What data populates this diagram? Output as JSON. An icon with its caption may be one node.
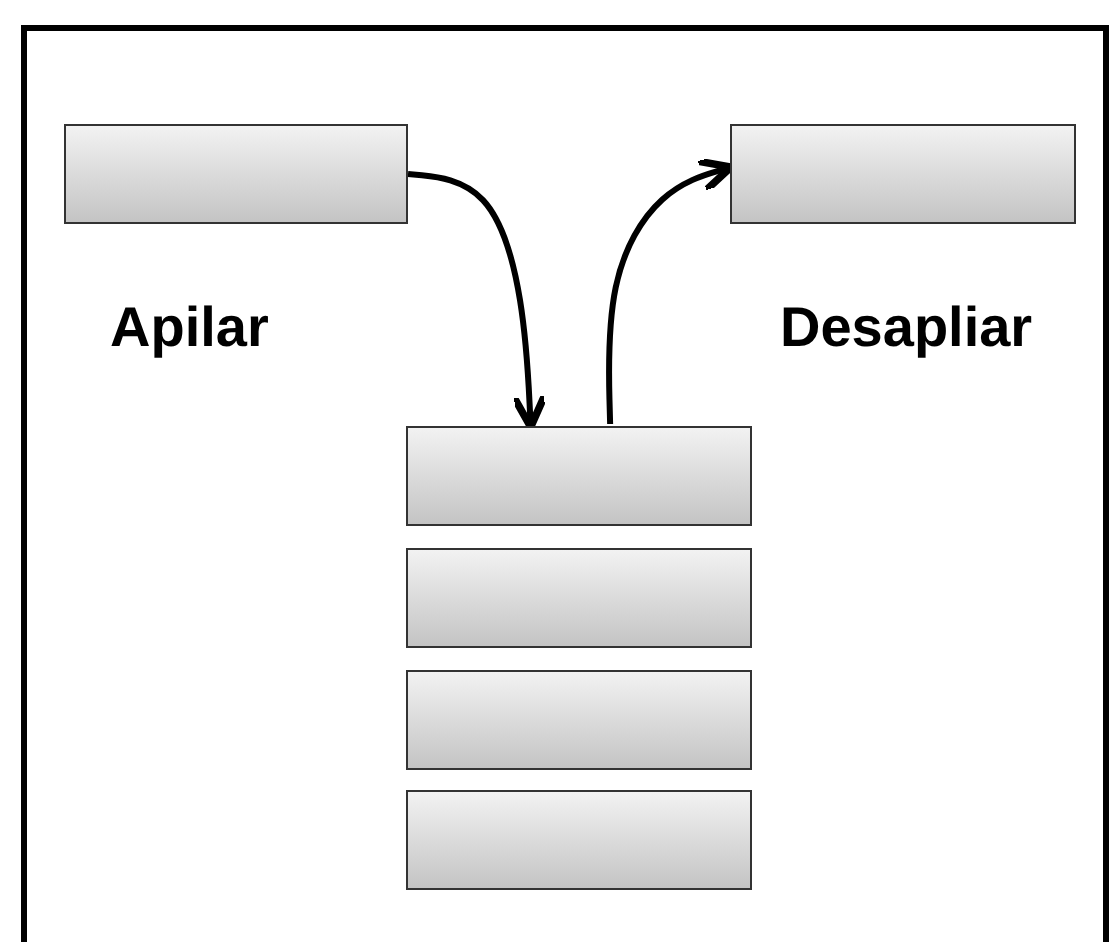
{
  "diagram": {
    "nodes": [
      {
        "text": [],
        "shape": "box"
      },
      {
        "text": [],
        "shape": "box"
      },
      {
        "text": [],
        "shape": "box"
      },
      {
        "text": [],
        "shape": "box"
      },
      {
        "text": [],
        "shape": "box"
      },
      {
        "text": [],
        "shape": "box"
      }
    ],
    "edges": [
      {
        "from": 0,
        "to": 2,
        "arrow": "to"
      },
      {
        "from": 2,
        "to": 1,
        "arrow": "to"
      }
    ],
    "labels": [
      "Apilar",
      "Desapliar"
    ]
  }
}
